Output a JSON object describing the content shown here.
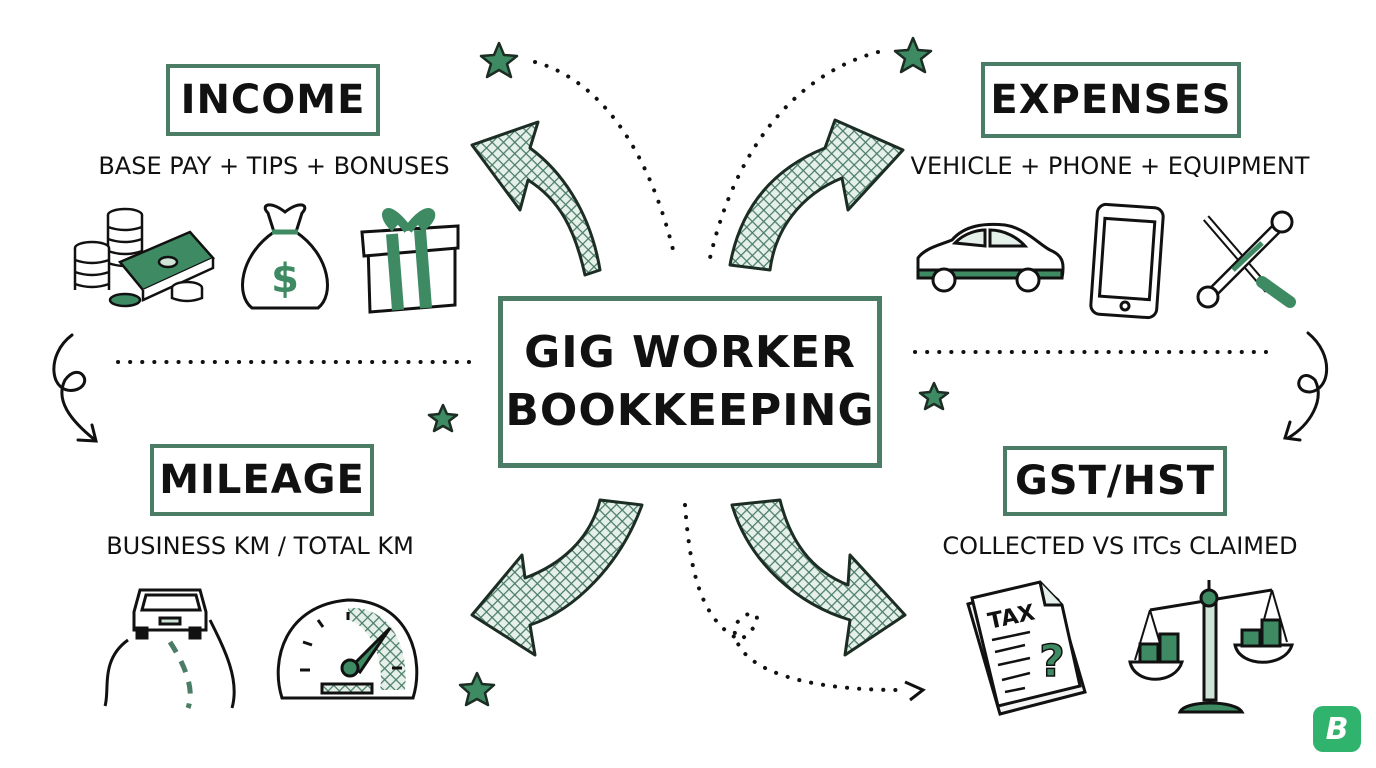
{
  "title": {
    "line1": "GIG WORKER",
    "line2": "BOOKKEEPING"
  },
  "colors": {
    "accent": "#4a7c66",
    "accent_fill": "#3d8a63",
    "ink": "#111111",
    "logo": "#2fb36d"
  },
  "sections": [
    {
      "id": "income",
      "heading": "INCOME",
      "subtitle": "BASE PAY + TIPS + BONUSES",
      "icons": [
        "cash-and-coins-icon",
        "money-bag-icon",
        "gift-box-icon"
      ]
    },
    {
      "id": "expenses",
      "heading": "EXPENSES",
      "subtitle": "VEHICLE + PHONE + EQUIPMENT",
      "icons": [
        "car-icon",
        "smartphone-icon",
        "wrench-screwdriver-icon"
      ]
    },
    {
      "id": "mileage",
      "heading": "MILEAGE",
      "subtitle": "BUSINESS KM / TOTAL KM",
      "icons": [
        "car-on-road-icon",
        "speedometer-icon"
      ]
    },
    {
      "id": "gst",
      "heading": "GST/HST",
      "subtitle": "COLLECTED VS ITCs CLAIMED",
      "icons": [
        "tax-document-icon",
        "balance-scale-icon"
      ]
    }
  ],
  "icon_text": {
    "dollar": "$",
    "tax": "TAX",
    "question": "?"
  },
  "logo": {
    "letter": "B"
  }
}
